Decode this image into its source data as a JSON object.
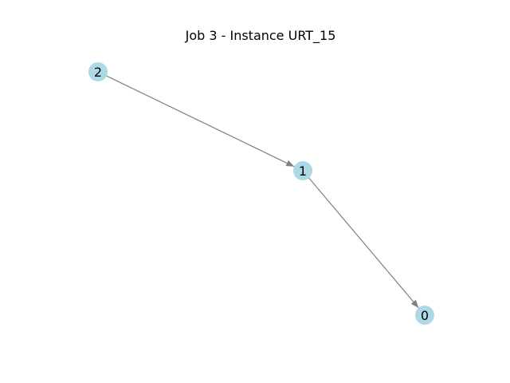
{
  "title": "Job 3 - Instance URT_15",
  "graph": {
    "nodes": [
      {
        "id": "2",
        "label": "2"
      },
      {
        "id": "1",
        "label": "1"
      },
      {
        "id": "0",
        "label": "0"
      }
    ],
    "edges": [
      {
        "from": "2",
        "to": "1"
      },
      {
        "from": "1",
        "to": "0"
      }
    ],
    "directed": true
  },
  "colors": {
    "node_fill": "#add8e6",
    "edge": "#808080",
    "label": "#000000",
    "background": "#ffffff"
  }
}
